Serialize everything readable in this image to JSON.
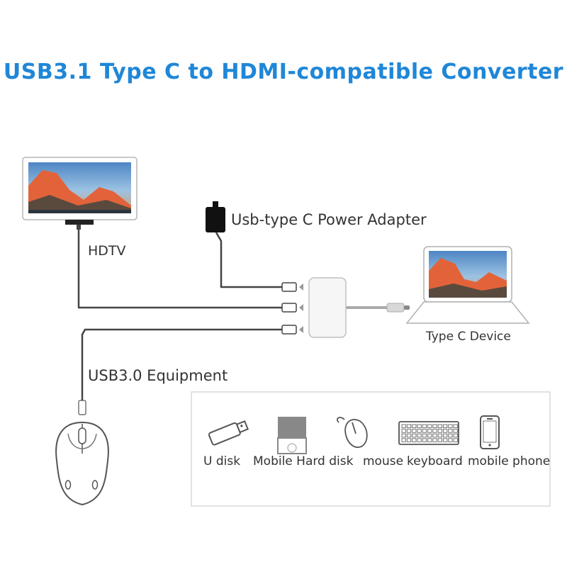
{
  "title": "USB3.1 Type C to HDMI-compatible Converter",
  "labels": {
    "hdtv": "HDTV",
    "power_adapter": "Usb-type C Power Adapter",
    "type_c_device": "Type C Device",
    "usb_equipment": "USB3.0 Equipment"
  },
  "equipment": [
    "U disk",
    "Mobile Hard disk",
    "mouse",
    "keyboard",
    "mobile phone"
  ],
  "colors": {
    "title": "#1f87d8",
    "cable": "#444444",
    "device_outline": "#bbbbbb",
    "screen_sky": "#6aa7d8",
    "screen_mountain": "#e2633a"
  },
  "icons": [
    "tv-icon",
    "power-adapter-icon",
    "converter-hub-icon",
    "laptop-icon",
    "mouse-icon",
    "usb-stick-icon",
    "hard-disk-icon",
    "keyboard-icon",
    "mobile-phone-icon"
  ]
}
